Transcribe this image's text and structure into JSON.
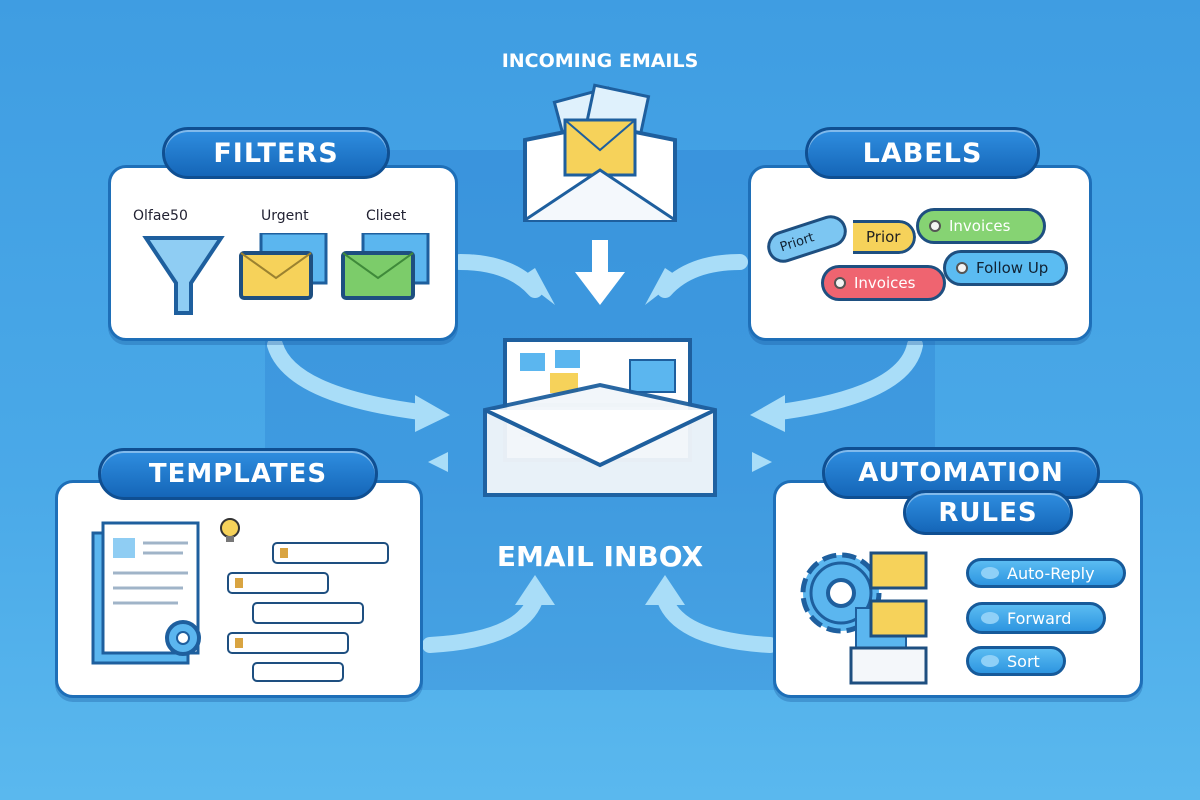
{
  "incoming": {
    "title": "INCOMING EMAILS"
  },
  "inbox": {
    "title": "EMAIL INBOX"
  },
  "filters": {
    "title": "FILTERS",
    "funnel_label": "Olfae50",
    "folders": [
      "Urgent",
      "Clieet"
    ]
  },
  "labels": {
    "title": "LABELS",
    "tags": [
      "Priort",
      "Prior",
      "Invoices",
      "Invoices",
      "Follow Up"
    ]
  },
  "templates": {
    "title": "TEMPLATES"
  },
  "automation": {
    "title_line1": "AUTOMATION",
    "title_line2": "RULES",
    "rules": [
      "Auto-Reply",
      "Forward",
      "Sort"
    ]
  },
  "colors": {
    "background": "#4aa9e8",
    "pill": "#1e78c8",
    "arrow": "#a9ddf8",
    "yellow": "#f6d25a",
    "green": "#7ccc6a",
    "red": "#ef6470"
  }
}
